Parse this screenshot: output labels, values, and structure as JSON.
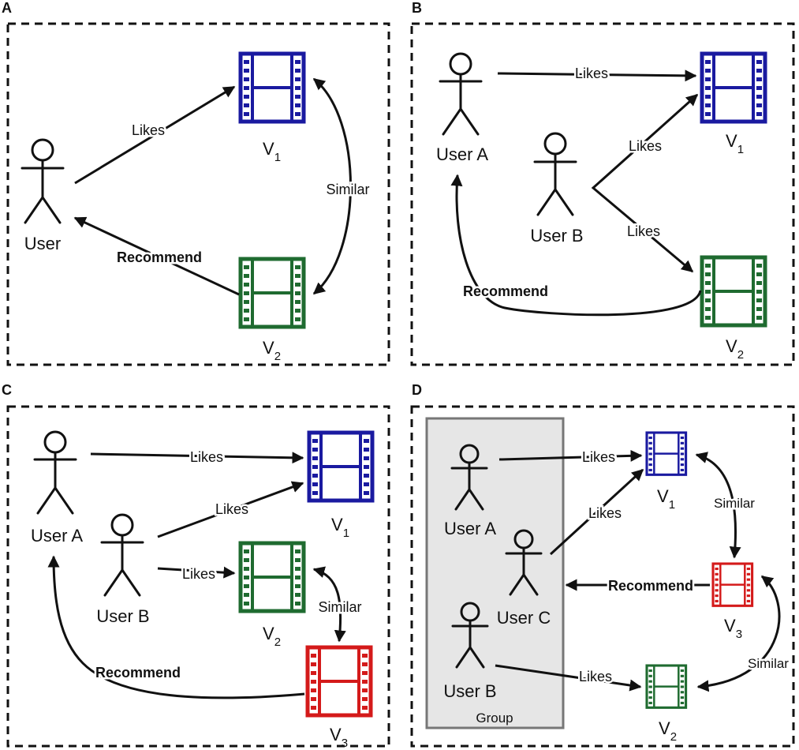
{
  "colors": {
    "v1": "#1a1aa0",
    "v2": "#1f6b30",
    "v3": "#d41a1a",
    "group_fill": "#e6e6e6",
    "group_border": "#777777"
  },
  "labels": {
    "likes": "Likes",
    "similar": "Similar",
    "recommend": "Recommend",
    "v": "V",
    "sub1": "1",
    "sub2": "2",
    "sub3": "3"
  },
  "panels": {
    "a": {
      "letter": "A",
      "user": "User"
    },
    "b": {
      "letter": "B",
      "user_a": "User A",
      "user_b": "User B"
    },
    "c": {
      "letter": "C",
      "user_a": "User A",
      "user_b": "User B"
    },
    "d": {
      "letter": "D",
      "user_a": "User A",
      "user_b": "User B",
      "user_c": "User C",
      "group": "Group"
    }
  }
}
